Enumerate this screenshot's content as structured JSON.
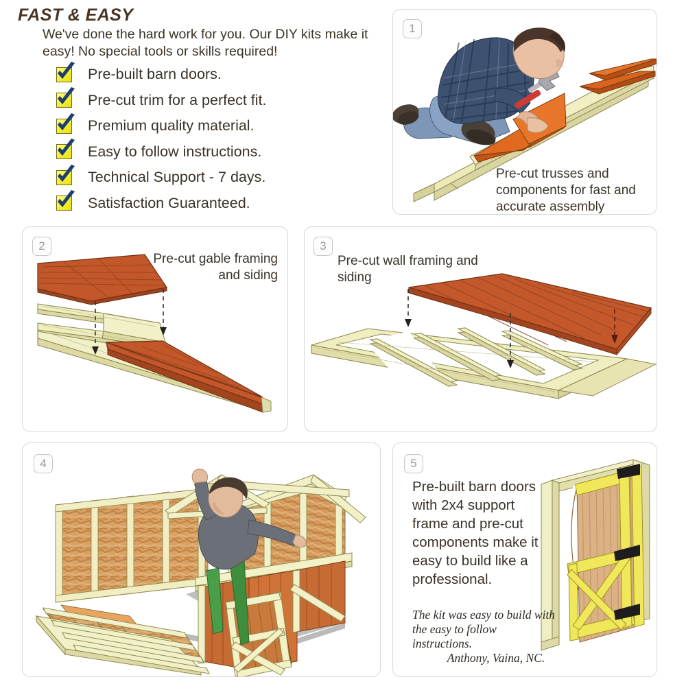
{
  "features": {
    "title": "FAST & EASY",
    "intro": "We've done the hard work for you. Our DIY kits make it easy! No special tools or skills required!",
    "items": [
      {
        "label": "Pre-built barn doors.",
        "icon": "checkbox-checked-icon"
      },
      {
        "label": "Pre-cut trim for a perfect fit.",
        "icon": "checkbox-checked-icon"
      },
      {
        "label": "Premium quality material.",
        "icon": "checkbox-checked-icon"
      },
      {
        "label": "Easy to follow instructions.",
        "icon": "checkbox-checked-icon"
      },
      {
        "label": "Technical Support - 7 days.",
        "icon": "checkbox-checked-icon"
      },
      {
        "label": "Satisfaction Guaranteed.",
        "icon": "checkbox-checked-icon"
      }
    ]
  },
  "panels": [
    {
      "number": "1",
      "caption": "Pre-cut trusses and components for fast and accurate assembly",
      "illustration": "man-hammering-truss-photo"
    },
    {
      "number": "2",
      "caption": "Pre-cut gable framing and siding",
      "illustration": "gable-framing-siding-diagram"
    },
    {
      "number": "3",
      "caption": "Pre-cut wall framing and siding",
      "illustration": "wall-framing-siding-diagram"
    },
    {
      "number": "4",
      "caption": "",
      "illustration": "shed-assembly-with-builder-diagram"
    },
    {
      "number": "5",
      "caption": "Pre-built barn doors with 2x4 support frame and pre-cut components make it easy to build like a professional.",
      "quote": "The kit was easy to build with the easy to follow instructions.",
      "quote_attribution": "Anthony, Vaina, NC.",
      "illustration": "barn-door-frame-diagram"
    }
  ],
  "colors": {
    "title_brown": "#4a3525",
    "body_text": "#3b3228",
    "checkbox_yellow": "#f0e81e",
    "check_navy": "#1b3f6e",
    "panel_border": "#d8d8d8",
    "badge_gray": "#9a9a9a",
    "wood_light": "#eae7ae",
    "wood_orange": "#c2562a",
    "osb_tan": "#d49a5c",
    "door_yellow": "#f2ea6a"
  }
}
